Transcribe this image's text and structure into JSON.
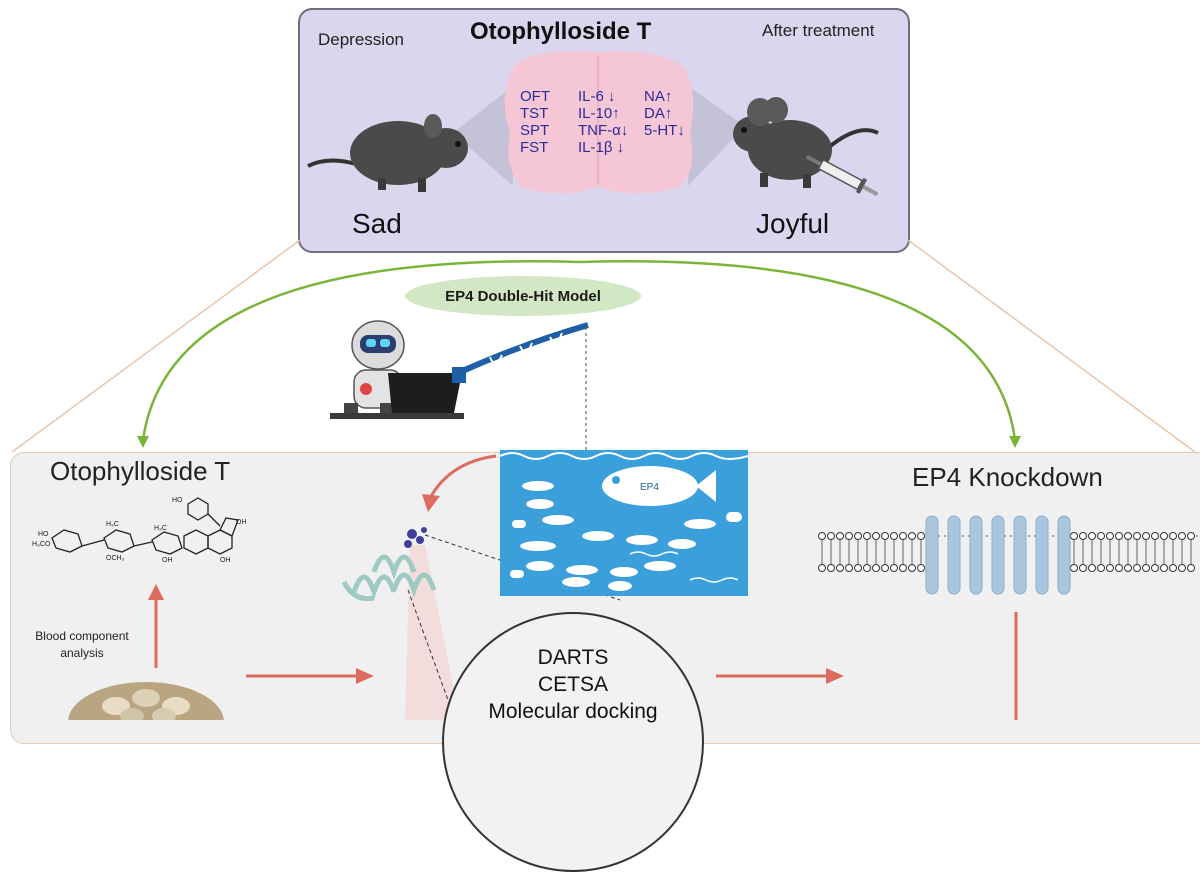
{
  "top": {
    "title": "Otophylloside T",
    "left_label": "Depression",
    "right_label": "After treatment",
    "left_state": "Sad",
    "right_state": "Joyful",
    "tests": [
      "OFT",
      "TST",
      "SPT",
      "FST"
    ],
    "cytokines": [
      "IL-6 ↓",
      "IL-10↑",
      "TNF-α↓",
      "IL-1β ↓"
    ],
    "neurotransmitters": [
      "NA↑",
      "DA↑",
      "5-HT↓"
    ]
  },
  "bubble_label": "EP4 Double-Hit Model",
  "fish_label": "EP4",
  "bottom": {
    "left_title": "Otophylloside T",
    "right_title": "EP4 Knockdown",
    "blood_label": [
      "Blood component",
      "analysis"
    ],
    "methods": [
      "DARTS",
      "CETSA",
      "Molecular docking"
    ]
  },
  "colors": {
    "top_panel": "#d9d6ee",
    "brain": "#f5c6d6",
    "bubble": "#d2e7c4",
    "green_arrow": "#7ab53a",
    "red_arrow": "#dd6b5e",
    "water": "#3a9fda",
    "receptor": "#a9c6df"
  }
}
